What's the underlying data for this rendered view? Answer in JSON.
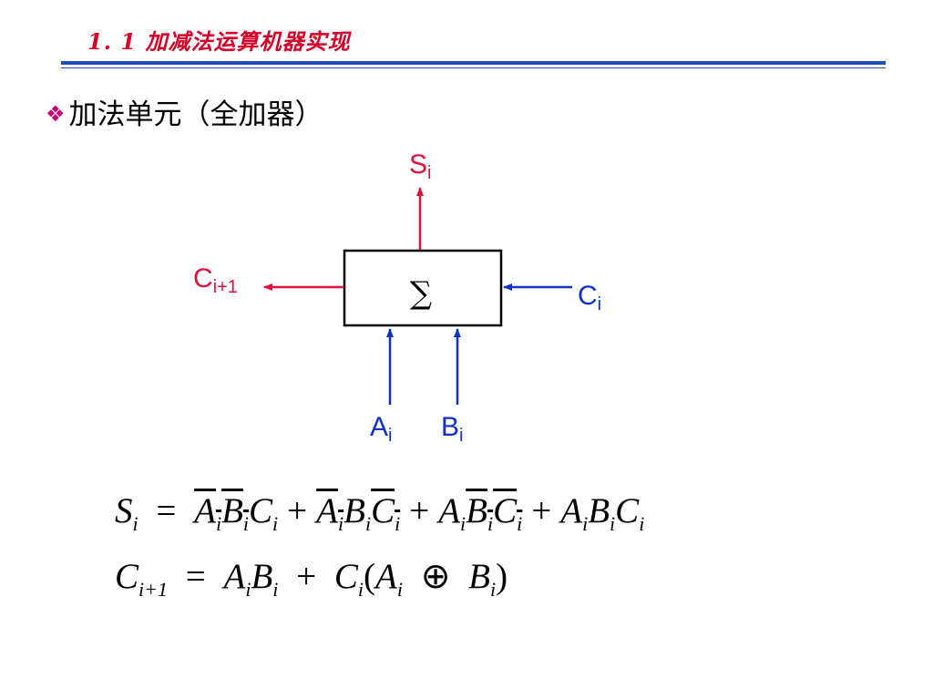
{
  "header": {
    "title": "1. 1  加减法运算机器实现"
  },
  "bullet": {
    "symbol": "❖",
    "text": "加法单元（全加器）"
  },
  "diagram": {
    "block_symbol": "∑",
    "sum_out": {
      "base": "S",
      "sub": "i"
    },
    "carry_out": {
      "base": "C",
      "sub": "i+1"
    },
    "carry_in": {
      "base": "C",
      "sub": "i"
    },
    "input_a": {
      "base": "A",
      "sub": "i"
    },
    "input_b": {
      "base": "B",
      "sub": "i"
    },
    "colors": {
      "output": "#e0103c",
      "input": "#1030c8",
      "box": "#000000"
    }
  },
  "equations": {
    "sum": {
      "lhs": "S",
      "lhs_sub": "i",
      "eq": "=",
      "terms": [
        [
          "A",
          "i",
          true
        ],
        [
          "B",
          "i",
          true
        ],
        [
          "C",
          "i",
          false
        ],
        [
          "A",
          "i",
          true
        ],
        [
          "B",
          "i",
          false
        ],
        [
          "C",
          "i",
          true
        ],
        [
          "A",
          "i",
          false
        ],
        [
          "B",
          "i",
          true
        ],
        [
          "C",
          "i",
          true
        ],
        [
          "A",
          "i",
          false
        ],
        [
          "B",
          "i",
          false
        ],
        [
          "C",
          "i",
          false
        ]
      ],
      "plus": "+"
    },
    "carry": {
      "lhs": "C",
      "lhs_sub": "i+1",
      "eq": "=",
      "a": "A",
      "b": "B",
      "c": "C",
      "sub": "i",
      "plus": "+",
      "xor": "⊕",
      "lparen": "(",
      "rparen": ")"
    }
  }
}
